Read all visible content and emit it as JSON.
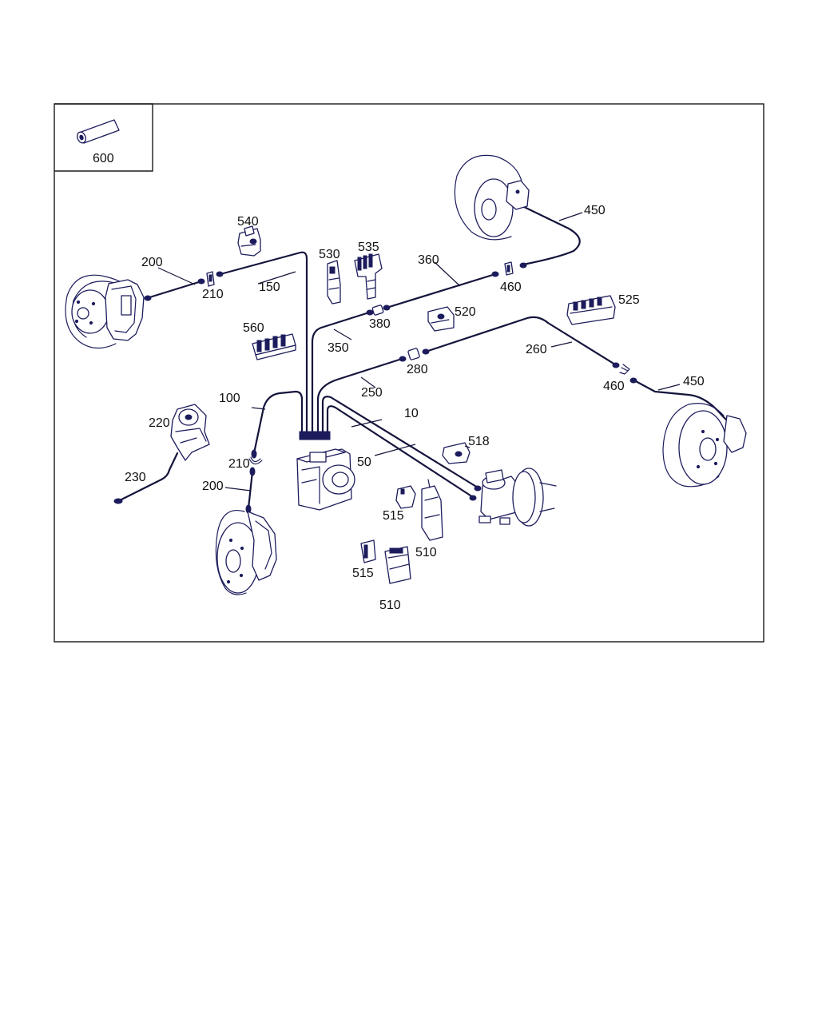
{
  "diagram": {
    "inset_label": "600",
    "part_numbers": {
      "p10": "10",
      "p50": "50",
      "p100": "100",
      "p150": "150",
      "p200_rear": "200",
      "p200_front": "200",
      "p210_rear": "210",
      "p210_front": "210",
      "p220": "220",
      "p230": "230",
      "p250": "250",
      "p260": "260",
      "p280": "280",
      "p350": "350",
      "p360": "360",
      "p380": "380",
      "p450_top": "450",
      "p450_right": "450",
      "p460_top": "460",
      "p460_right": "460",
      "p510_a": "510",
      "p510_b": "510",
      "p515_a": "515",
      "p515_b": "515",
      "p518": "518",
      "p520": "520",
      "p525": "525",
      "p530": "530",
      "p535": "535",
      "p540": "540",
      "p560": "560"
    }
  }
}
